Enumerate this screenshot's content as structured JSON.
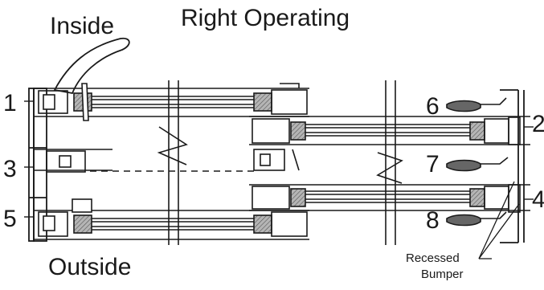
{
  "labels": {
    "inside": "Inside",
    "outside": "Outside",
    "title": "Right Operating",
    "recessed": "Recessed",
    "bumper": "Bumper"
  },
  "numbers": [
    "1",
    "2",
    "3",
    "4",
    "5",
    "6",
    "7",
    "8"
  ],
  "colors": {
    "line": "#1a1a1a",
    "hatch_fill": "#9a9a9a",
    "bumper_fill": "#666666",
    "background": "#ffffff"
  }
}
